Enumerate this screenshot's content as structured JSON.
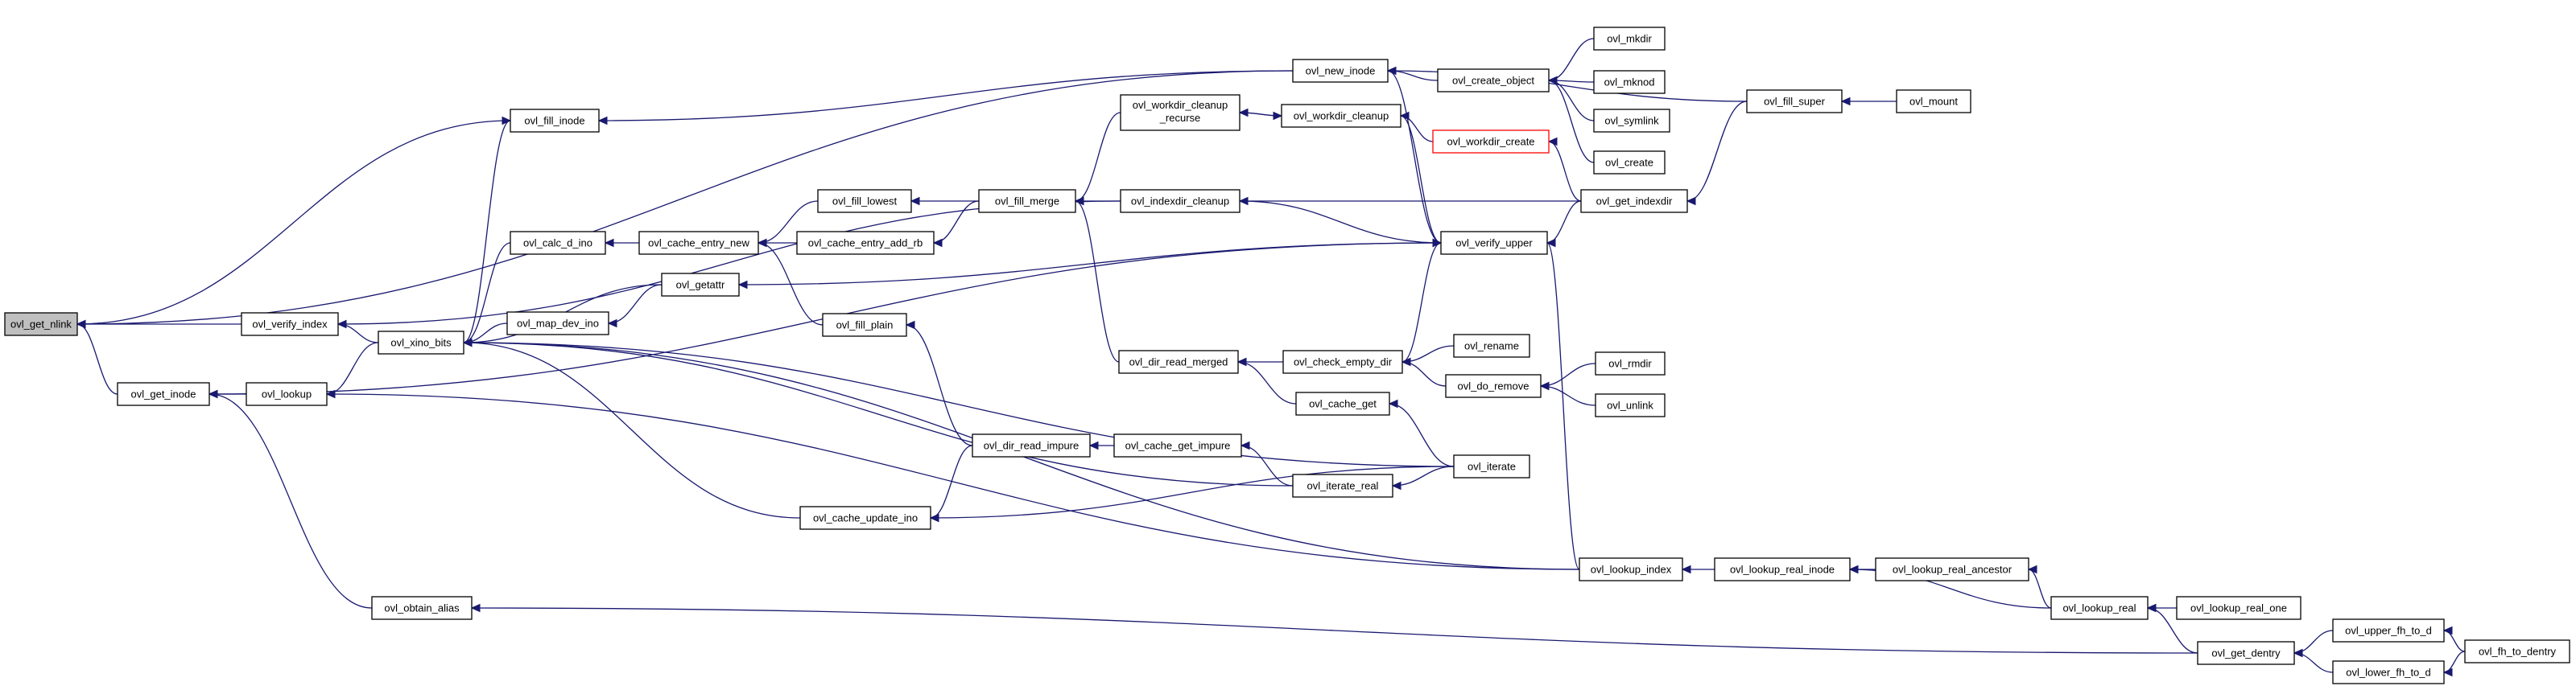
{
  "colors": {
    "edge": "#191970",
    "node_border": "#000000",
    "highlight_border": "#ff0000",
    "root_fill": "#bfbfbf",
    "background": "#ffffff"
  },
  "nodes": [
    {
      "id": "ovl_get_nlink",
      "label": "ovl_get_nlink",
      "root": true
    },
    {
      "id": "ovl_get_inode",
      "label": "ovl_get_inode"
    },
    {
      "id": "ovl_verify_index",
      "label": "ovl_verify_index"
    },
    {
      "id": "ovl_lookup",
      "label": "ovl_lookup"
    },
    {
      "id": "ovl_obtain_alias",
      "label": "ovl_obtain_alias"
    },
    {
      "id": "ovl_fill_inode",
      "label": "ovl_fill_inode"
    },
    {
      "id": "ovl_xino_bits",
      "label": "ovl_xino_bits"
    },
    {
      "id": "ovl_calc_d_ino",
      "label": "ovl_calc_d_ino"
    },
    {
      "id": "ovl_map_dev_ino",
      "label": "ovl_map_dev_ino"
    },
    {
      "id": "ovl_getattr",
      "label": "ovl_getattr"
    },
    {
      "id": "ovl_cache_entry_new",
      "label": "ovl_cache_entry_new"
    },
    {
      "id": "ovl_fill_lowest",
      "label": "ovl_fill_lowest"
    },
    {
      "id": "ovl_cache_entry_add_rb",
      "label": "ovl_cache_entry_add_rb"
    },
    {
      "id": "ovl_fill_plain",
      "label": "ovl_fill_plain"
    },
    {
      "id": "ovl_cache_update_ino",
      "label": "ovl_cache_update_ino"
    },
    {
      "id": "ovl_dir_read_impure",
      "label": "ovl_dir_read_impure"
    },
    {
      "id": "ovl_cache_get_impure",
      "label": "ovl_cache_get_impure"
    },
    {
      "id": "ovl_iterate_real",
      "label": "ovl_iterate_real"
    },
    {
      "id": "ovl_fill_merge",
      "label": "ovl_fill_merge"
    },
    {
      "id": "ovl_workdir_cleanup_recurse",
      "label": "ovl_workdir_cleanup",
      "label2": "_recurse"
    },
    {
      "id": "ovl_workdir_cleanup",
      "label": "ovl_workdir_cleanup"
    },
    {
      "id": "ovl_indexdir_cleanup",
      "label": "ovl_indexdir_cleanup"
    },
    {
      "id": "ovl_dir_read_merged",
      "label": "ovl_dir_read_merged"
    },
    {
      "id": "ovl_check_empty_dir",
      "label": "ovl_check_empty_dir"
    },
    {
      "id": "ovl_cache_get",
      "label": "ovl_cache_get"
    },
    {
      "id": "ovl_iterate",
      "label": "ovl_iterate"
    },
    {
      "id": "ovl_new_inode",
      "label": "ovl_new_inode"
    },
    {
      "id": "ovl_create_object",
      "label": "ovl_create_object"
    },
    {
      "id": "ovl_workdir_create",
      "label": "ovl_workdir_create",
      "red": true
    },
    {
      "id": "ovl_verify_upper",
      "label": "ovl_verify_upper"
    },
    {
      "id": "ovl_mkdir",
      "label": "ovl_mkdir"
    },
    {
      "id": "ovl_mknod",
      "label": "ovl_mknod"
    },
    {
      "id": "ovl_symlink",
      "label": "ovl_symlink"
    },
    {
      "id": "ovl_create",
      "label": "ovl_create"
    },
    {
      "id": "ovl_get_indexdir",
      "label": "ovl_get_indexdir"
    },
    {
      "id": "ovl_fill_super",
      "label": "ovl_fill_super"
    },
    {
      "id": "ovl_mount",
      "label": "ovl_mount"
    },
    {
      "id": "ovl_rename",
      "label": "ovl_rename"
    },
    {
      "id": "ovl_do_remove",
      "label": "ovl_do_remove"
    },
    {
      "id": "ovl_rmdir",
      "label": "ovl_rmdir"
    },
    {
      "id": "ovl_unlink",
      "label": "ovl_unlink"
    },
    {
      "id": "ovl_lookup_index",
      "label": "ovl_lookup_index"
    },
    {
      "id": "ovl_lookup_real_inode",
      "label": "ovl_lookup_real_inode"
    },
    {
      "id": "ovl_lookup_real_ancestor",
      "label": "ovl_lookup_real_ancestor"
    },
    {
      "id": "ovl_lookup_real",
      "label": "ovl_lookup_real"
    },
    {
      "id": "ovl_lookup_real_one",
      "label": "ovl_lookup_real_one"
    },
    {
      "id": "ovl_get_dentry",
      "label": "ovl_get_dentry"
    },
    {
      "id": "ovl_upper_fh_to_d",
      "label": "ovl_upper_fh_to_d"
    },
    {
      "id": "ovl_lower_fh_to_d",
      "label": "ovl_lower_fh_to_d"
    },
    {
      "id": "ovl_fh_to_dentry",
      "label": "ovl_fh_to_dentry"
    }
  ],
  "edges": [
    {
      "from": "ovl_get_inode",
      "to": "ovl_get_nlink"
    },
    {
      "from": "ovl_verify_index",
      "to": "ovl_get_nlink"
    },
    {
      "from": "ovl_fill_inode",
      "to": "ovl_get_nlink"
    },
    {
      "from": "ovl_new_inode",
      "to": "ovl_get_nlink"
    },
    {
      "from": "ovl_lookup",
      "to": "ovl_get_inode"
    },
    {
      "from": "ovl_obtain_alias",
      "to": "ovl_get_inode"
    },
    {
      "from": "ovl_verify_upper",
      "to": "ovl_get_inode"
    },
    {
      "from": "ovl_xino_bits",
      "to": "ovl_verify_index"
    },
    {
      "from": "ovl_indexdir_cleanup",
      "to": "ovl_verify_index"
    },
    {
      "from": "ovl_xino_bits",
      "to": "ovl_lookup"
    },
    {
      "from": "ovl_lookup_index",
      "to": "ovl_lookup"
    },
    {
      "from": "ovl_get_dentry",
      "to": "ovl_obtain_alias"
    },
    {
      "from": "ovl_xino_bits",
      "to": "ovl_fill_inode"
    },
    {
      "from": "ovl_new_inode",
      "to": "ovl_fill_inode"
    },
    {
      "from": "ovl_calc_d_ino",
      "to": "ovl_xino_bits"
    },
    {
      "from": "ovl_map_dev_ino",
      "to": "ovl_xino_bits"
    },
    {
      "from": "ovl_getattr",
      "to": "ovl_xino_bits"
    },
    {
      "from": "ovl_iterate",
      "to": "ovl_xino_bits"
    },
    {
      "from": "ovl_iterate_real",
      "to": "ovl_xino_bits"
    },
    {
      "from": "ovl_cache_update_ino",
      "to": "ovl_xino_bits"
    },
    {
      "from": "ovl_lookup_index",
      "to": "ovl_xino_bits"
    },
    {
      "from": "ovl_cache_entry_new",
      "to": "ovl_calc_d_ino"
    },
    {
      "from": "ovl_getattr",
      "to": "ovl_map_dev_ino"
    },
    {
      "from": "ovl_verify_upper",
      "to": "ovl_getattr"
    },
    {
      "from": "ovl_fill_lowest",
      "to": "ovl_cache_entry_new"
    },
    {
      "from": "ovl_cache_entry_add_rb",
      "to": "ovl_cache_entry_new"
    },
    {
      "from": "ovl_fill_plain",
      "to": "ovl_cache_entry_new"
    },
    {
      "from": "ovl_fill_merge",
      "to": "ovl_fill_lowest"
    },
    {
      "from": "ovl_fill_merge",
      "to": "ovl_cache_entry_add_rb"
    },
    {
      "from": "ovl_dir_read_impure",
      "to": "ovl_fill_plain"
    },
    {
      "from": "ovl_dir_read_impure",
      "to": "ovl_cache_update_ino"
    },
    {
      "from": "ovl_iterate",
      "to": "ovl_cache_update_ino"
    },
    {
      "from": "ovl_cache_get_impure",
      "to": "ovl_dir_read_impure"
    },
    {
      "from": "ovl_iterate_real",
      "to": "ovl_cache_get_impure"
    },
    {
      "from": "ovl_iterate",
      "to": "ovl_iterate_real"
    },
    {
      "from": "ovl_workdir_cleanup_recurse",
      "to": "ovl_fill_merge"
    },
    {
      "from": "ovl_indexdir_cleanup",
      "to": "ovl_fill_merge"
    },
    {
      "from": "ovl_dir_read_merged",
      "to": "ovl_fill_merge"
    },
    {
      "from": "ovl_workdir_cleanup",
      "to": "ovl_workdir_cleanup_recurse"
    },
    {
      "from": "ovl_workdir_cleanup_recurse",
      "to": "ovl_workdir_cleanup"
    },
    {
      "from": "ovl_workdir_create",
      "to": "ovl_workdir_cleanup"
    },
    {
      "from": "ovl_get_indexdir",
      "to": "ovl_indexdir_cleanup"
    },
    {
      "from": "ovl_check_empty_dir",
      "to": "ovl_dir_read_merged"
    },
    {
      "from": "ovl_cache_get",
      "to": "ovl_dir_read_merged"
    },
    {
      "from": "ovl_rename",
      "to": "ovl_check_empty_dir"
    },
    {
      "from": "ovl_do_remove",
      "to": "ovl_check_empty_dir"
    },
    {
      "from": "ovl_iterate",
      "to": "ovl_cache_get"
    },
    {
      "from": "ovl_create_object",
      "to": "ovl_new_inode"
    },
    {
      "from": "ovl_fill_super",
      "to": "ovl_new_inode"
    },
    {
      "from": "ovl_mkdir",
      "to": "ovl_create_object"
    },
    {
      "from": "ovl_mknod",
      "to": "ovl_create_object"
    },
    {
      "from": "ovl_symlink",
      "to": "ovl_create_object"
    },
    {
      "from": "ovl_create",
      "to": "ovl_create_object"
    },
    {
      "from": "ovl_get_indexdir",
      "to": "ovl_workdir_create"
    },
    {
      "from": "ovl_new_inode",
      "to": "ovl_verify_upper"
    },
    {
      "from": "ovl_workdir_cleanup",
      "to": "ovl_verify_upper"
    },
    {
      "from": "ovl_indexdir_cleanup",
      "to": "ovl_verify_upper"
    },
    {
      "from": "ovl_check_empty_dir",
      "to": "ovl_verify_upper"
    },
    {
      "from": "ovl_get_indexdir",
      "to": "ovl_verify_upper"
    },
    {
      "from": "ovl_lookup_index",
      "to": "ovl_verify_upper"
    },
    {
      "from": "ovl_fill_super",
      "to": "ovl_get_indexdir"
    },
    {
      "from": "ovl_mount",
      "to": "ovl_fill_super"
    },
    {
      "from": "ovl_rmdir",
      "to": "ovl_do_remove"
    },
    {
      "from": "ovl_unlink",
      "to": "ovl_do_remove"
    },
    {
      "from": "ovl_lookup_real_inode",
      "to": "ovl_lookup_index"
    },
    {
      "from": "ovl_lookup_real_ancestor",
      "to": "ovl_lookup_real_inode"
    },
    {
      "from": "ovl_lookup_real",
      "to": "ovl_lookup_real_inode"
    },
    {
      "from": "ovl_lookup_real",
      "to": "ovl_lookup_real_ancestor"
    },
    {
      "from": "ovl_lookup_real_one",
      "to": "ovl_lookup_real"
    },
    {
      "from": "ovl_get_dentry",
      "to": "ovl_lookup_real"
    },
    {
      "from": "ovl_upper_fh_to_d",
      "to": "ovl_get_dentry"
    },
    {
      "from": "ovl_lower_fh_to_d",
      "to": "ovl_get_dentry"
    },
    {
      "from": "ovl_fh_to_dentry",
      "to": "ovl_upper_fh_to_d"
    },
    {
      "from": "ovl_fh_to_dentry",
      "to": "ovl_lower_fh_to_d"
    }
  ]
}
